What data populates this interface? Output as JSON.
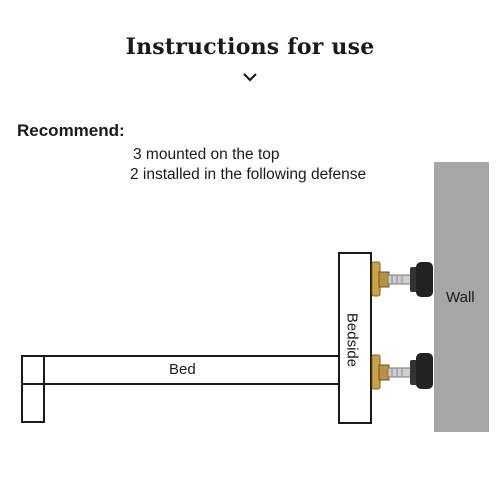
{
  "header": {
    "title": "Instructions for use",
    "chevron_icon": "chevron-down-icon"
  },
  "recommend": {
    "heading": "Recommend:",
    "lines": [
      "3 mounted on the top",
      "2 installed in the following defense"
    ]
  },
  "diagram": {
    "bed_label": "Bed",
    "bedside_label": "Bedside",
    "wall_label": "Wall",
    "stopper_count": 2,
    "wall_color": "#a6a6a6",
    "stopper_knob_color": "#222222",
    "stopper_brass_color": "#c9a24a"
  }
}
